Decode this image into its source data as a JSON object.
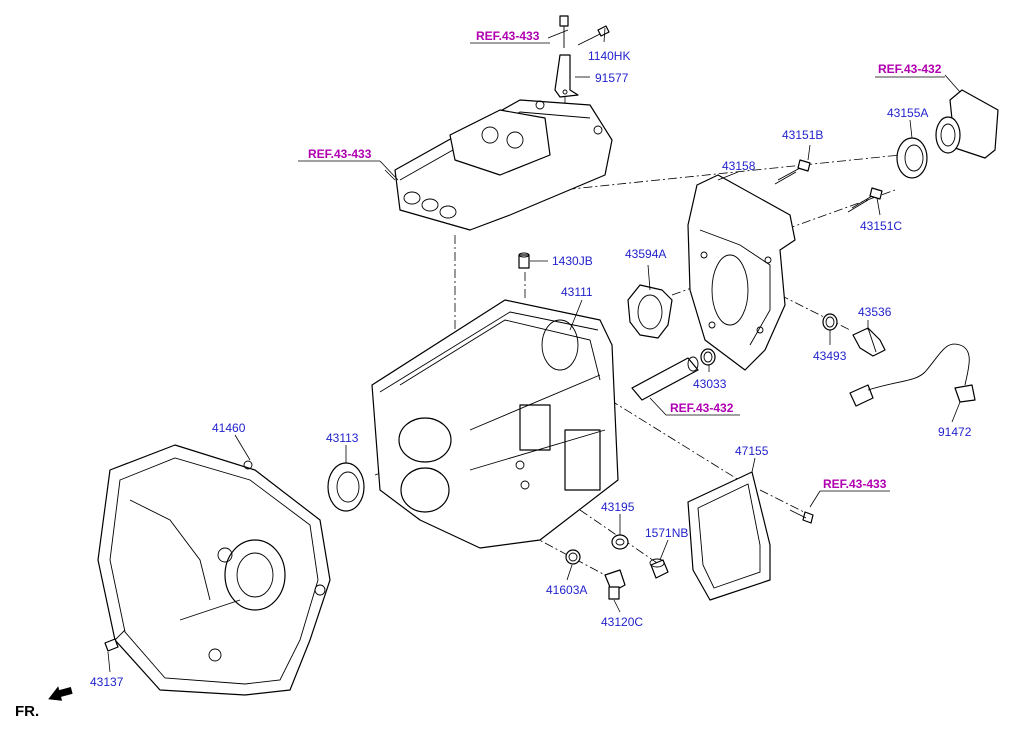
{
  "diagram": {
    "labels": [
      {
        "id": "p1140hk",
        "text": "1140HK"
      },
      {
        "id": "p91577",
        "text": "91577"
      },
      {
        "id": "p43151b",
        "text": "43151B"
      },
      {
        "id": "p43155a",
        "text": "43155A"
      },
      {
        "id": "p43158",
        "text": "43158"
      },
      {
        "id": "p43151c",
        "text": "43151C"
      },
      {
        "id": "p1430jb",
        "text": "1430JB"
      },
      {
        "id": "p43594a",
        "text": "43594A"
      },
      {
        "id": "p43111",
        "text": "43111"
      },
      {
        "id": "p43536",
        "text": "43536"
      },
      {
        "id": "p43493",
        "text": "43493"
      },
      {
        "id": "p43033",
        "text": "43033"
      },
      {
        "id": "p91472",
        "text": "91472"
      },
      {
        "id": "p41460",
        "text": "41460"
      },
      {
        "id": "p43113",
        "text": "43113"
      },
      {
        "id": "p47155",
        "text": "47155"
      },
      {
        "id": "p43195",
        "text": "43195"
      },
      {
        "id": "p1571nb",
        "text": "1571NB"
      },
      {
        "id": "p41603a",
        "text": "41603A"
      },
      {
        "id": "p43120c",
        "text": "43120C"
      },
      {
        "id": "p43137",
        "text": "43137"
      }
    ],
    "refs": [
      {
        "id": "ref1",
        "text": "REF.43-433"
      },
      {
        "id": "ref2",
        "text": "REF.43-432"
      },
      {
        "id": "ref3",
        "text": "REF.43-433"
      },
      {
        "id": "ref4",
        "text": "REF.43-432"
      },
      {
        "id": "ref5",
        "text": "REF.43-433"
      }
    ],
    "direction_label": "FR.",
    "colors": {
      "part_label": "#2222cc",
      "ref_label": "#b000b0",
      "line": "#000000"
    }
  }
}
